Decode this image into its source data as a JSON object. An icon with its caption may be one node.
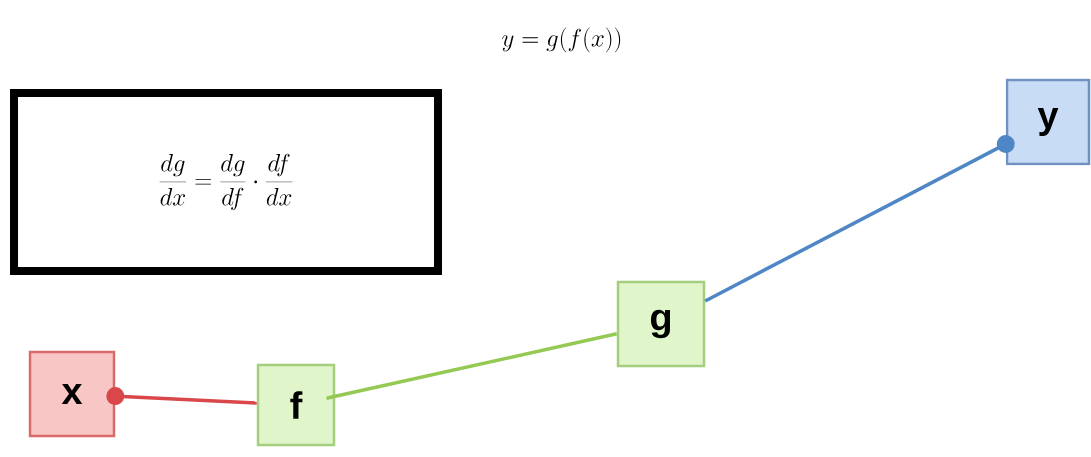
{
  "diagram": {
    "title": "y = g(f(x))",
    "nodes": [
      {
        "text": [
          "x"
        ]
      },
      {
        "text": [
          "f"
        ]
      },
      {
        "text": [
          "g"
        ]
      },
      {
        "text": [
          "y"
        ]
      }
    ],
    "edges": [
      {
        "from": 0,
        "to": 1,
        "arrow": "other",
        "color": "#d9474a"
      },
      {
        "from": 1,
        "to": 2,
        "arrow": "none",
        "color": "#94c953"
      },
      {
        "from": 3,
        "to": 2,
        "arrow": "other",
        "color": "#4f86c6"
      }
    ],
    "labels": [
      "\\frac{dg}{dx} = \\frac{dg}{df} \\cdot \\frac{df}{dx}"
    ]
  }
}
